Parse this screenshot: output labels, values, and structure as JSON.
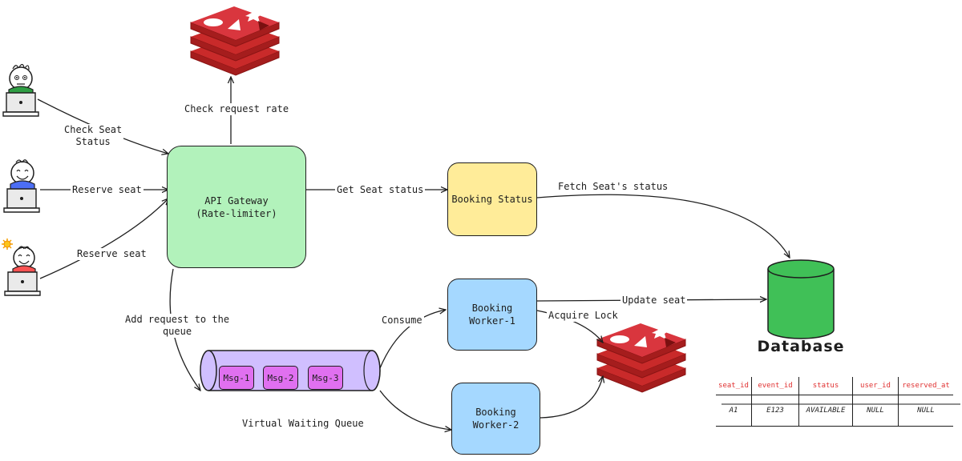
{
  "nodes": {
    "api_gateway": "API Gateway\n(Rate-limiter)",
    "booking_status": "Booking Status",
    "booking_worker_1": "Booking\nWorker-1",
    "booking_worker_2": "Booking\nWorker-2",
    "database": "Database",
    "queue_label": "Virtual Waiting Queue",
    "messages": [
      "Msg-1",
      "Msg-2",
      "Msg-3"
    ]
  },
  "edges": {
    "check_seat_status": "Check Seat\nStatus",
    "reserve_seat_1": "Reserve seat",
    "reserve_seat_2": "Reserve seat",
    "check_request_rate": "Check request rate",
    "get_seat_status": "Get Seat status",
    "fetch_seat_status": "Fetch Seat's status",
    "add_request_to_queue": "Add request to the\nqueue",
    "consume": "Consume",
    "acquire_lock": "Acquire Lock",
    "update_seat": "Update seat"
  },
  "table": {
    "headers": [
      "seat_id",
      "event_id",
      "status",
      "user_id",
      "reserved_at"
    ],
    "rows": [
      [
        "A1",
        "E123",
        "AVAILABLE",
        "NULL",
        "NULL"
      ]
    ]
  },
  "colors": {
    "api_gateway": "#b2f2bb",
    "booking_status": "#ffec99",
    "booking_worker": "#a5d8ff",
    "queue": "#d0bfff",
    "message": "#e070f0",
    "database": "#40c057",
    "redis": "#c92a2a",
    "table_header": "#e03131"
  },
  "icons": [
    "redis-logo",
    "user-avatar",
    "laptop",
    "database-cylinder"
  ]
}
